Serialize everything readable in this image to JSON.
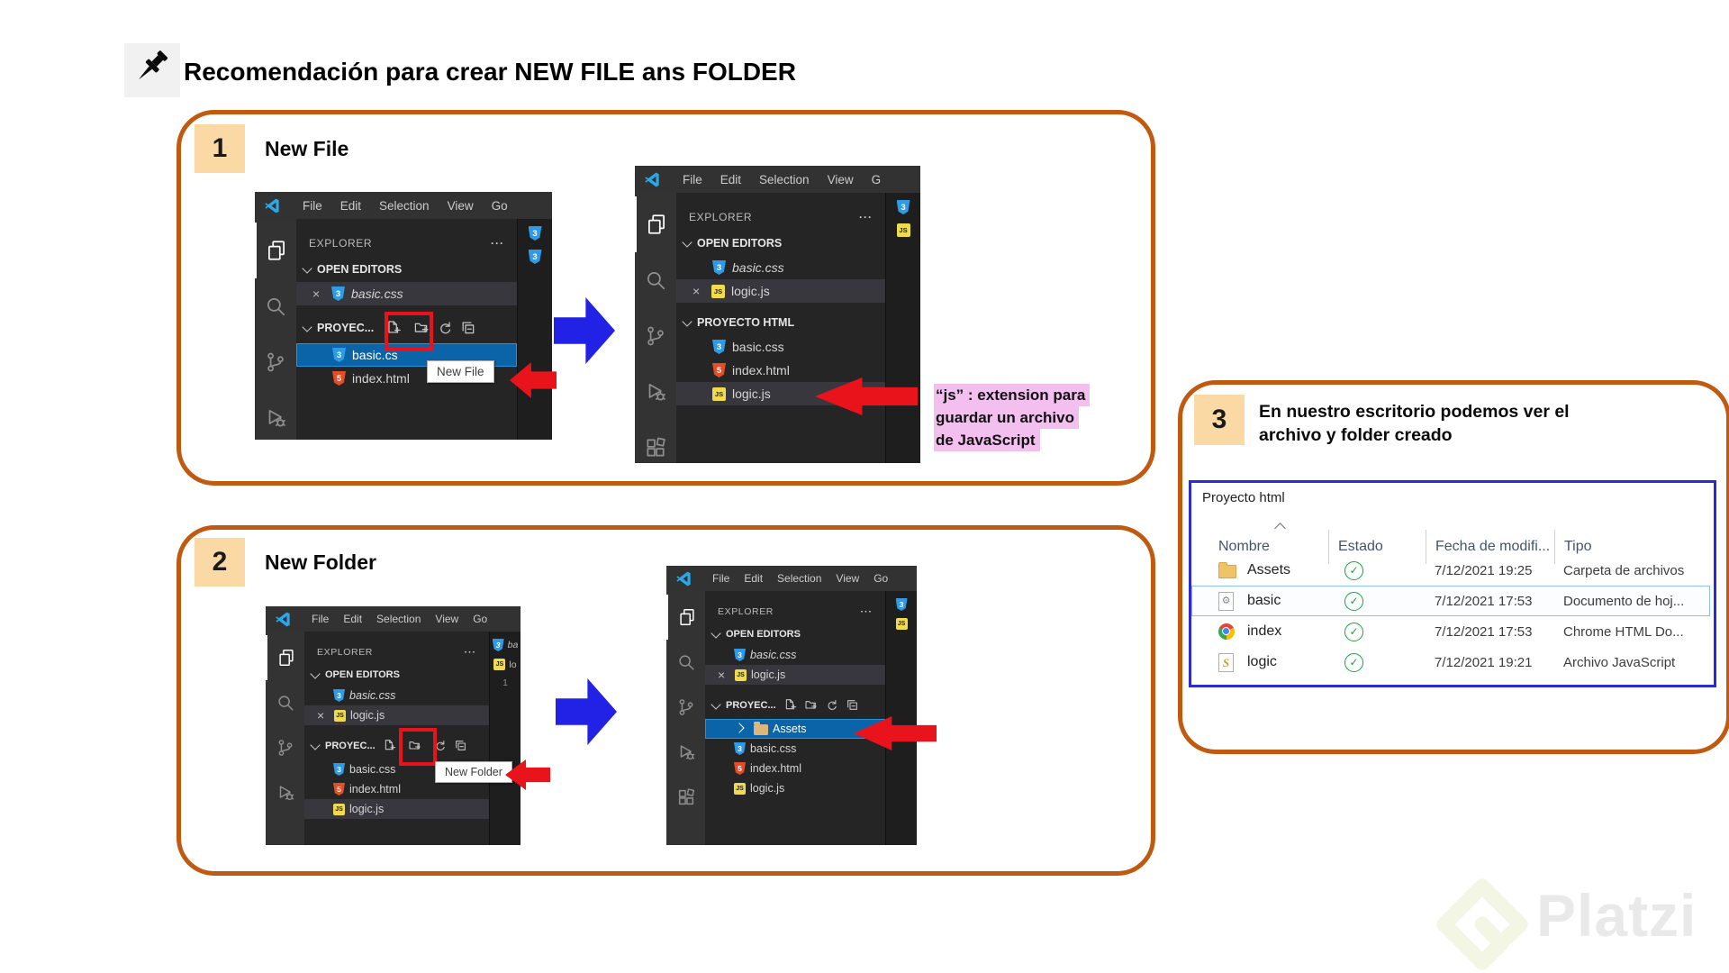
{
  "page": {
    "title": "Recomendación para crear NEW FILE ans FOLDER",
    "watermark": "Platzi"
  },
  "colors": {
    "box_border": "#C05A11",
    "badge_bg": "#FBD9A4",
    "arrow_blue": "#2222E6",
    "arrow_red": "#E8131B",
    "note_highlight": "#F3BFEF",
    "panel_border": "#2B2BD6",
    "vscode_selection": "#0B63A8"
  },
  "steps": [
    {
      "number": "1",
      "label": "New File"
    },
    {
      "number": "2",
      "label": "New Folder"
    },
    {
      "number": "3",
      "label": "En nuestro escritorio podemos ver el archivo y folder creado"
    }
  ],
  "note": {
    "lines": [
      "“js” : extension para",
      "guardar un archivo",
      "de JavaScript"
    ]
  },
  "tooltips": {
    "new_file": "New File",
    "new_folder": "New Folder"
  },
  "screenshots": [
    {
      "id": "new-file-before",
      "menus": [
        "File",
        "Edit",
        "Selection",
        "View",
        "Go"
      ],
      "explorer_title": "EXPLORER",
      "more": "···",
      "activity_icons": [
        "files-icon",
        "search-icon",
        "source-control-icon",
        "debug-icon"
      ],
      "sections": [
        {
          "label": "OPEN EDITORS",
          "rows": [
            {
              "close": "×",
              "icon": "css",
              "text": "basic.css",
              "italic": true,
              "hover": true
            }
          ]
        },
        {
          "label": "PROYEC...",
          "gap": true,
          "icons": [
            "new-file-icon",
            "new-folder-icon",
            "refresh-icon",
            "collapse-all-icon"
          ],
          "red_box_icon": 0,
          "rows": [
            {
              "icon": "css",
              "text": "basic.cs",
              "selected": true
            },
            {
              "icon": "html",
              "text": "index.html"
            }
          ]
        }
      ],
      "editor_items": [
        {
          "icon": "css"
        },
        {
          "icon": "css"
        }
      ]
    },
    {
      "id": "new-file-after",
      "menus": [
        "File",
        "Edit",
        "Selection",
        "View",
        "G"
      ],
      "explorer_title": "EXPLORER",
      "more": "···",
      "activity_icons": [
        "files-icon",
        "search-icon",
        "source-control-icon",
        "debug-icon",
        "extensions-icon"
      ],
      "sections": [
        {
          "label": "OPEN EDITORS",
          "rows": [
            {
              "icon": "css",
              "text": "basic.css",
              "italic": true
            },
            {
              "close": "×",
              "icon": "js",
              "text": "logic.js",
              "hover": true
            }
          ]
        },
        {
          "label": "PROYECTO HTML",
          "gap": true,
          "rows": [
            {
              "icon": "css",
              "text": "basic.css"
            },
            {
              "icon": "html",
              "text": "index.html"
            },
            {
              "icon": "js",
              "text": "logic.js",
              "highlight": true
            }
          ]
        }
      ],
      "editor_items": [
        {
          "icon": "css"
        },
        {
          "icon": "js"
        }
      ]
    },
    {
      "id": "new-folder-before",
      "menus": [
        "File",
        "Edit",
        "Selection",
        "View",
        "Go"
      ],
      "explorer_title": "EXPLORER",
      "more": "···",
      "activity_icons": [
        "files-icon",
        "search-icon",
        "source-control-icon",
        "debug-icon"
      ],
      "sections": [
        {
          "label": "OPEN EDITORS",
          "rows": [
            {
              "icon": "css",
              "text": "basic.css",
              "italic": true
            },
            {
              "close": "×",
              "icon": "js",
              "text": "logic.js",
              "hover": true
            }
          ]
        },
        {
          "label": "PROYEC...",
          "gap": true,
          "icons": [
            "new-file-icon",
            "new-folder-icon",
            "refresh-icon",
            "collapse-all-icon"
          ],
          "red_box_icon": 1,
          "rows": [
            {
              "icon": "css",
              "text": "basic.css"
            },
            {
              "icon": "html",
              "text": "index.html"
            },
            {
              "icon": "js",
              "text": "logic.js",
              "highlight": true
            }
          ]
        }
      ],
      "editor_items": [
        {
          "icon": "css",
          "text": "ba",
          "italic": true
        },
        {
          "icon": "js",
          "text": "lo"
        },
        {
          "text": "1",
          "muted": true
        }
      ]
    },
    {
      "id": "new-folder-after",
      "menus": [
        "File",
        "Edit",
        "Selection",
        "View",
        "Go"
      ],
      "explorer_title": "EXPLORER",
      "more": "···",
      "activity_icons": [
        "files-icon",
        "search-icon",
        "source-control-icon",
        "debug-icon",
        "extensions-icon"
      ],
      "sections": [
        {
          "label": "OPEN EDITORS",
          "rows": [
            {
              "icon": "css",
              "text": "basic.css",
              "italic": true
            },
            {
              "close": "×",
              "icon": "js",
              "text": "logic.js",
              "hover": true
            }
          ]
        },
        {
          "label": "PROYEC...",
          "gap": true,
          "icons": [
            "new-file-icon",
            "new-folder-icon",
            "refresh-icon",
            "collapse-all-icon"
          ],
          "rows": [
            {
              "chevron": true,
              "icon": "folder",
              "text": "Assets",
              "selected": true
            },
            {
              "icon": "css",
              "text": "basic.css"
            },
            {
              "icon": "html",
              "text": "index.html"
            },
            {
              "icon": "js",
              "text": "logic.js"
            }
          ]
        }
      ],
      "editor_items": [
        {
          "icon": "css"
        },
        {
          "icon": "js"
        }
      ]
    }
  ],
  "explorer_panel": {
    "window_title": "Proyecto html",
    "columns": [
      "Nombre",
      "Estado",
      "Fecha de modifi...",
      "Tipo"
    ],
    "rows": [
      {
        "icon": "folder-icon",
        "name": "Assets",
        "estado": "check",
        "fecha": "7/12/2021 19:25",
        "tipo": "Carpeta de archivos"
      },
      {
        "icon": "css-doc-icon",
        "name": "basic",
        "estado": "check",
        "fecha": "7/12/2021 17:53",
        "tipo": "Documento de hoj...",
        "selected": true
      },
      {
        "icon": "chrome-icon",
        "name": "index",
        "estado": "check",
        "fecha": "7/12/2021 17:53",
        "tipo": "Chrome HTML Do..."
      },
      {
        "icon": "js-doc-icon",
        "name": "logic",
        "estado": "check",
        "fecha": "7/12/2021 19:21",
        "tipo": "Archivo JavaScript"
      }
    ]
  }
}
